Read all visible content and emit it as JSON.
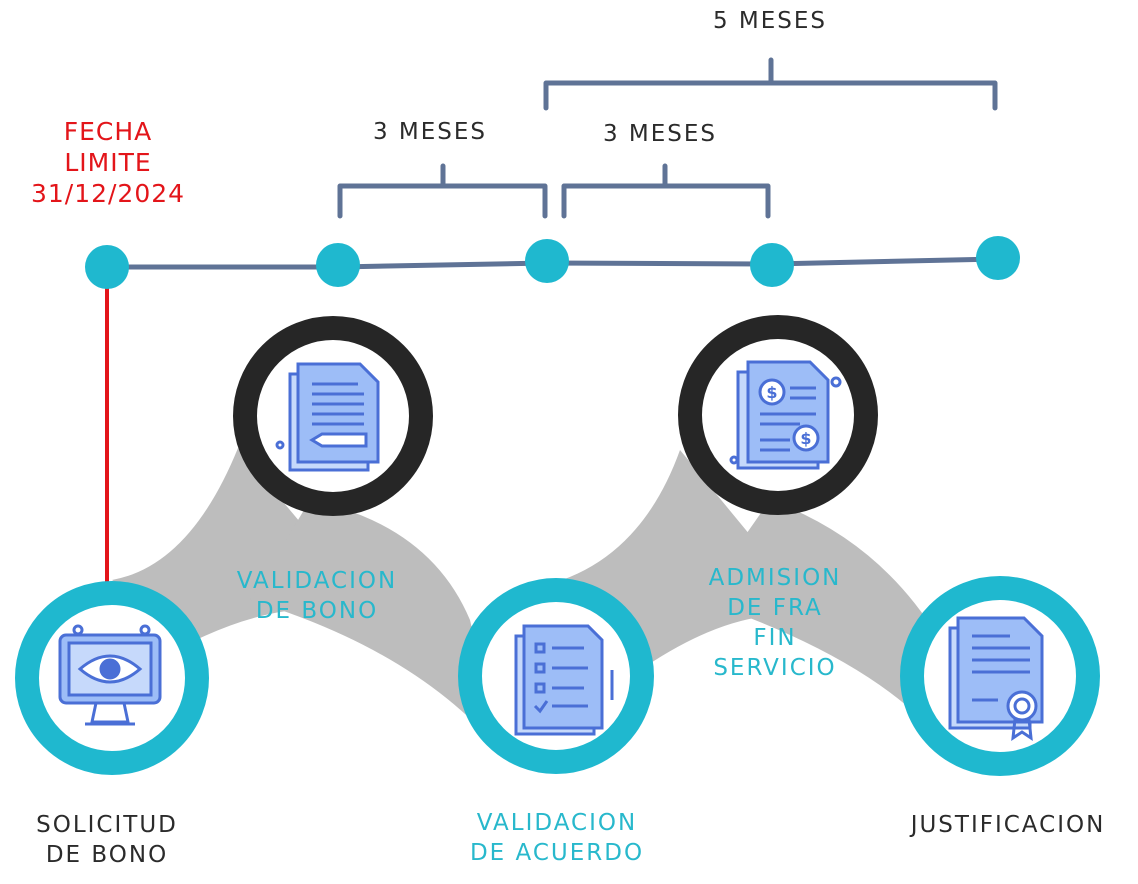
{
  "colors": {
    "accent_teal": "#1fb8cf",
    "dark_ring": "#262626",
    "connector_gray": "#bdbdbd",
    "timeline": "#5f7396",
    "deadline_red": "#e3151a",
    "icon_blue": "#6f97ee"
  },
  "deadline": {
    "line1": "FECHA",
    "line2": "LIMITE",
    "line3": "31/12/2024"
  },
  "durations": {
    "total": "5 MESES",
    "first": "3 MESES",
    "second": "3 MESES"
  },
  "steps": [
    {
      "line1": "SOLICITUD",
      "line2": "DE BONO",
      "icon": "monitor-eye-icon"
    },
    {
      "line1": "VALIDACION",
      "line2": "DE BONO",
      "icon": "document-pencil-icon"
    },
    {
      "line1": "VALIDACION",
      "line2": "DE ACUERDO",
      "icon": "checklist-icon"
    },
    {
      "line1": "ADMISION",
      "line2": "DE FRA",
      "line3": "FIN",
      "line4": "SERVICIO",
      "icon": "invoice-dollar-icon"
    },
    {
      "line1": "JUSTIFICACION",
      "icon": "certificate-icon"
    }
  ]
}
